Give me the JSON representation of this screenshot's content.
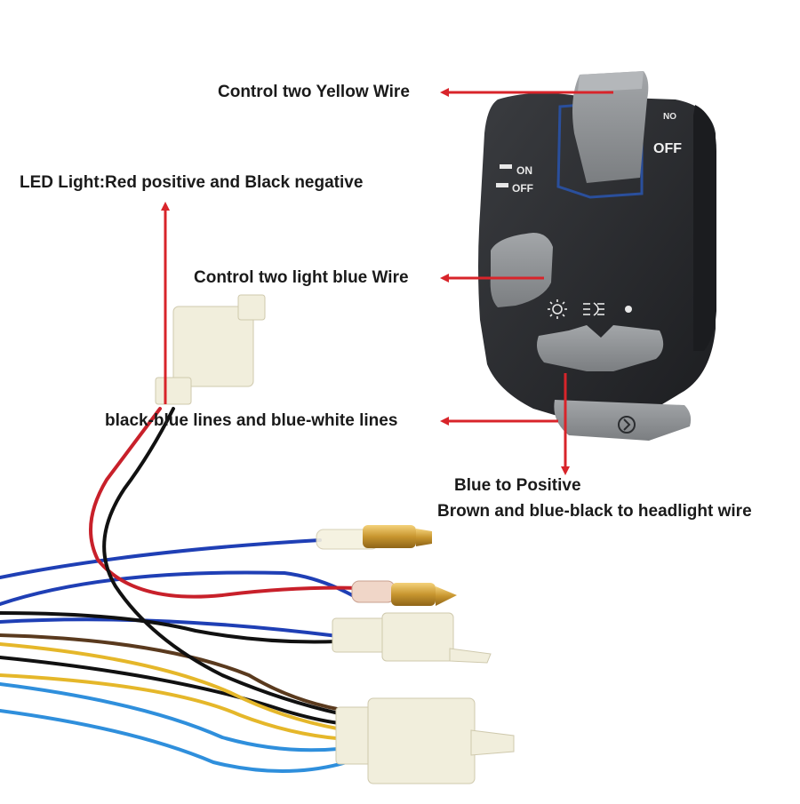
{
  "labels": {
    "yellow_wire": "Control two Yellow Wire",
    "led_light": "LED Light:Red positive and Black negative",
    "light_blue_wire": "Control two light blue Wire",
    "black_blue_lines": "black-blue lines and blue-white lines",
    "blue_positive": "Blue to Positive",
    "brown_headlight": "Brown and blue-black to headlight wire"
  },
  "switch_markings": {
    "top_on": "ON",
    "top_off": "OFF",
    "side_on": "ON",
    "side_off": "OFF"
  },
  "colors": {
    "arrow": "#d8242a",
    "switch_body": "#2b2d30",
    "switch_button": "#8e9194",
    "connector": "#f1eedc",
    "wire_blue": "#1f3fb5",
    "wire_light_blue": "#2f8fdc",
    "wire_yellow": "#e5b72a",
    "wire_brown": "#5a3a1e",
    "wire_red": "#c8202a",
    "wire_black": "#111111"
  }
}
